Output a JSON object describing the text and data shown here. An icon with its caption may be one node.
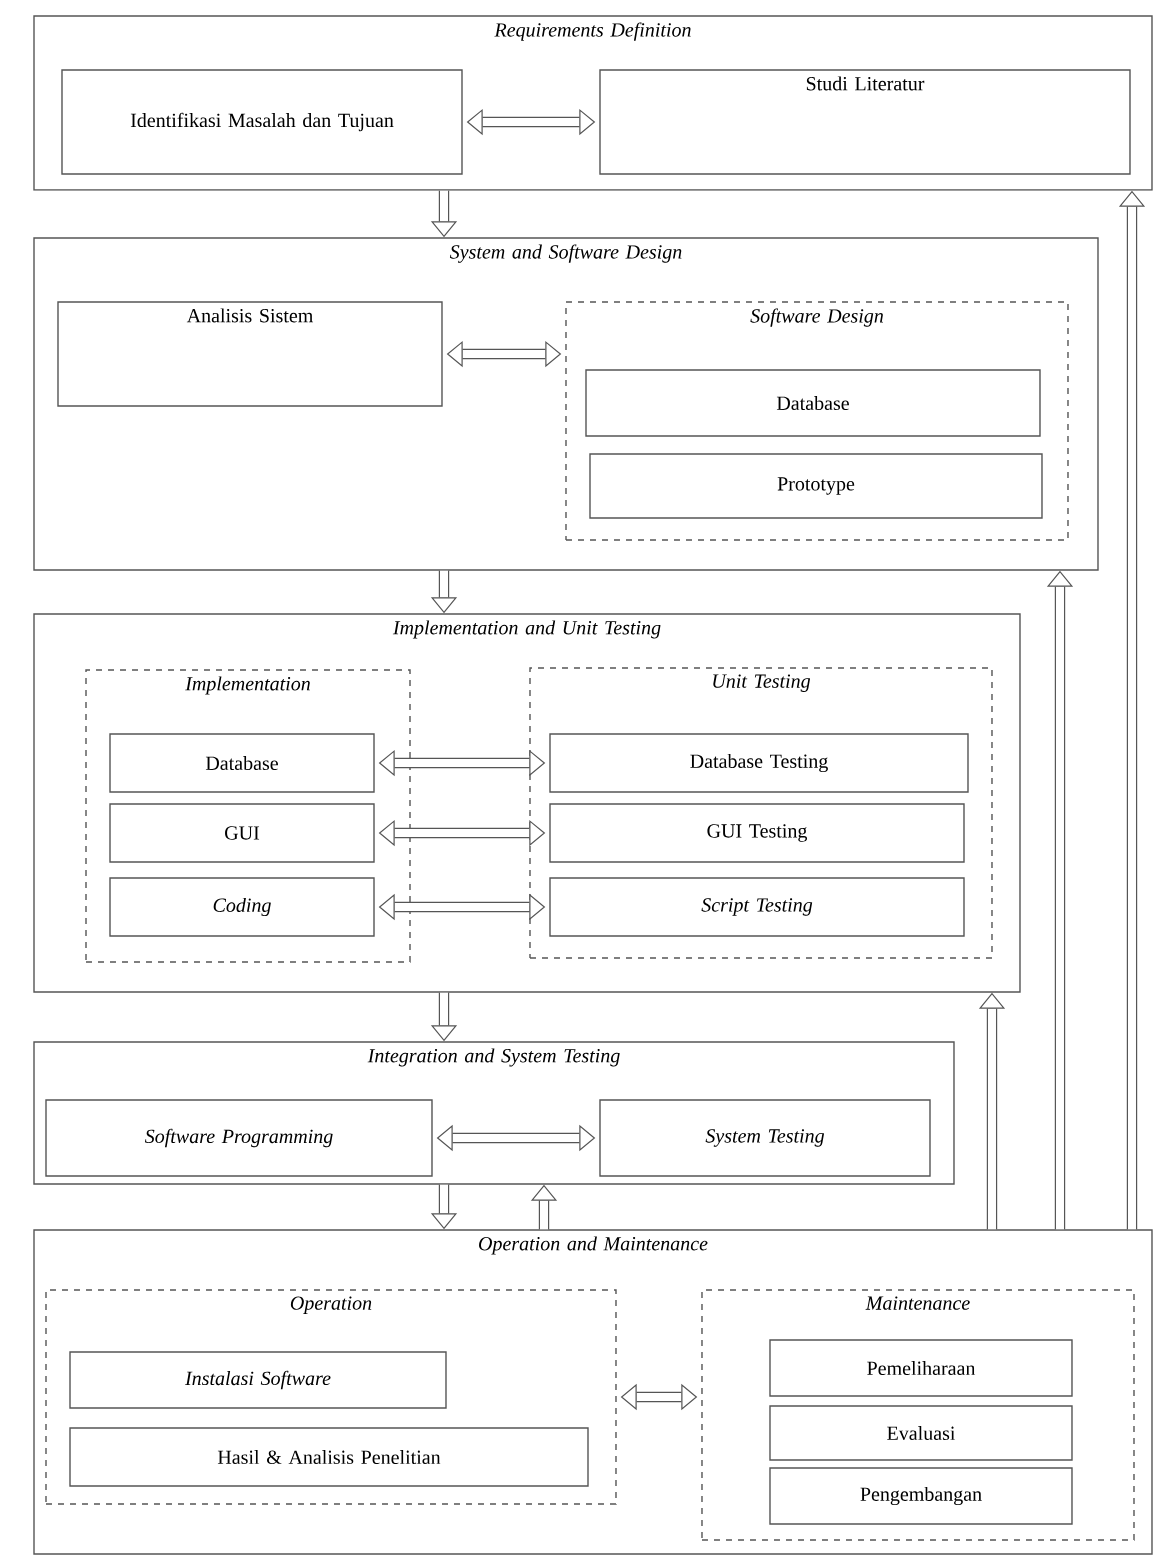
{
  "diagram": {
    "nodes": [
      {
        "text": [
          "Requirements Definition"
        ]
      },
      {
        "text": [
          "Identifikasi Masalah dan Tujuan"
        ],
        "in": 0
      },
      {
        "text": [
          "Studi Literatur"
        ],
        "in": 0
      },
      {
        "text": [
          "System and Software Design"
        ]
      },
      {
        "text": [
          "Analisis Sistem"
        ],
        "in": 3
      },
      {
        "text": [
          "Software Design"
        ],
        "in": 3
      },
      {
        "text": [
          "Database"
        ],
        "in": 5
      },
      {
        "text": [
          "Prototype"
        ],
        "in": 5
      },
      {
        "text": [
          "Implementation and Unit Testing"
        ]
      },
      {
        "text": [
          "Implementation"
        ],
        "in": 8
      },
      {
        "text": [
          "Database"
        ],
        "in": 9
      },
      {
        "text": [
          "GUI"
        ],
        "in": 9
      },
      {
        "text": [
          "Coding"
        ],
        "in": 9
      },
      {
        "text": [
          "Unit Testing"
        ],
        "in": 8
      },
      {
        "text": [
          "Database Testing"
        ],
        "in": 13
      },
      {
        "text": [
          "GUI Testing"
        ],
        "in": 13
      },
      {
        "text": [
          "Script Testing"
        ],
        "in": 13
      },
      {
        "text": [
          "Integration and System Testing"
        ]
      },
      {
        "text": [
          "Software Programming"
        ],
        "in": 17
      },
      {
        "text": [
          "System Testing"
        ],
        "in": 17
      },
      {
        "text": [
          "Operation and Maintenance"
        ]
      },
      {
        "text": [
          "Operation"
        ],
        "in": 20
      },
      {
        "text": [
          "Instalasi Software"
        ],
        "in": 21
      },
      {
        "text": [
          "Hasil & Analisis Penelitian"
        ],
        "in": 21
      },
      {
        "text": [
          "Maintenance"
        ],
        "in": 20
      },
      {
        "text": [
          "Pemeliharaan"
        ],
        "in": 24
      },
      {
        "text": [
          "Evaluasi"
        ],
        "in": 24
      },
      {
        "text": [
          "Pengembangan"
        ],
        "in": 24
      }
    ],
    "edges": [
      {
        "from": 1,
        "to": 2,
        "arrow": "both"
      },
      {
        "from": 0,
        "to": 3,
        "arrow": "to"
      },
      {
        "from": 4,
        "to": 5,
        "arrow": "both"
      },
      {
        "from": 3,
        "to": 8,
        "arrow": "to"
      },
      {
        "from": 10,
        "to": 14,
        "arrow": "both"
      },
      {
        "from": 11,
        "to": 15,
        "arrow": "both"
      },
      {
        "from": 12,
        "to": 16,
        "arrow": "both"
      },
      {
        "from": 8,
        "to": 17,
        "arrow": "to"
      },
      {
        "from": 18,
        "to": 19,
        "arrow": "both"
      },
      {
        "from": 17,
        "to": 20,
        "arrow": "to"
      },
      {
        "from": 20,
        "to": 17,
        "arrow": "to"
      },
      {
        "from": 21,
        "to": 24,
        "arrow": "both"
      },
      {
        "from": 20,
        "to": 8,
        "arrow": "to"
      },
      {
        "from": 20,
        "to": 3,
        "arrow": "to"
      },
      {
        "from": 20,
        "to": 0,
        "arrow": "to"
      }
    ]
  }
}
